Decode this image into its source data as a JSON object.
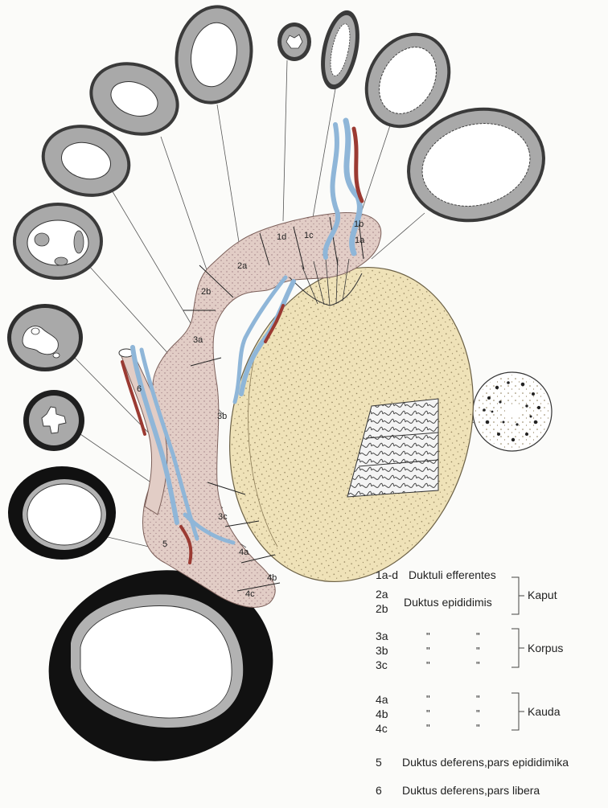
{
  "diagram": {
    "region_labels": [
      "1a",
      "1b",
      "1c",
      "1d",
      "2a",
      "2b",
      "3a",
      "3b",
      "3c",
      "4a",
      "4b",
      "4c",
      "5",
      "6"
    ]
  },
  "legend": {
    "row1": {
      "code": "1a-d",
      "text": "Duktuli efferentes"
    },
    "row2": {
      "codes": [
        "2a",
        "2b"
      ],
      "text": "Duktus epididimis"
    },
    "ditto": "\"",
    "row3_codes": [
      "3a",
      "3b",
      "3c"
    ],
    "row4_codes": [
      "4a",
      "4b",
      "4c"
    ],
    "group_kaput": "Kaput",
    "group_korpus": "Korpus",
    "group_kauda": "Kauda",
    "row5": {
      "code": "5",
      "text": "Duktus deferens,pars epididimika"
    },
    "row6": {
      "code": "6",
      "text": "Duktus deferens,pars libera"
    }
  }
}
